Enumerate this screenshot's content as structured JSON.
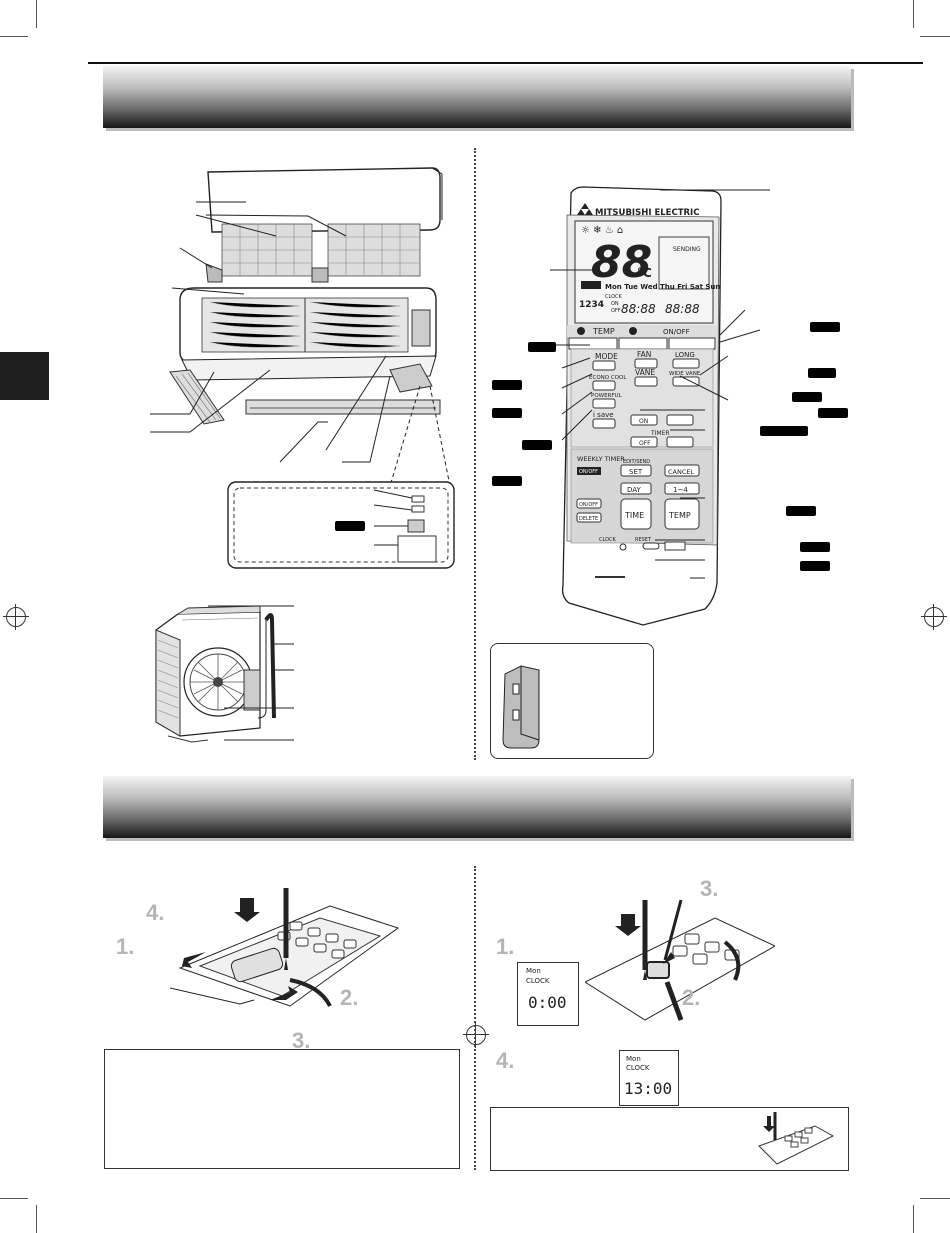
{
  "brand": "MITSUBISHI ELECTRIC",
  "remote": {
    "lcd": {
      "temp_digits": "88",
      "temp_unit": "°C",
      "sending": "SENDING",
      "days": "Mon Tue Wed Thu Fri Sat Sun",
      "areas": "1234",
      "clock": "CLOCK",
      "on": "ON",
      "off": "OFF",
      "timer_digits_left": "88:88",
      "timer_digits_right": "88:88"
    },
    "buttons": {
      "temp_label": "TEMP",
      "onoff": "ON/OFF",
      "mode": "MODE",
      "econo_cool": "ECONO COOL",
      "powerful": "POWERFUL",
      "isave": "i save",
      "fan": "FAN",
      "vane": "VANE",
      "long": "LONG",
      "wide_vane": "WIDE VANE",
      "timer": "TIMER",
      "timer_on": "ON",
      "timer_off": "OFF",
      "weekly_timer": "WEEKLY TIMER",
      "weekly_onoff": "ON/OFF",
      "edit_send": "EDIT/SEND",
      "set": "SET",
      "cancel": "CANCEL",
      "day": "DAY",
      "one_to_four": "1~4",
      "timer_onoff": "ON/OFF",
      "delete": "DELETE",
      "time": "TIME",
      "temp": "TEMP",
      "clock": "CLOCK",
      "reset": "RESET"
    }
  },
  "steps": {
    "battery": [
      "1.",
      "2.",
      "3.",
      "4."
    ],
    "clock": [
      "1.",
      "2.",
      "3.",
      "4."
    ]
  },
  "clock_panel_1": {
    "day": "Mon",
    "label": "CLOCK",
    "time": "0:00"
  },
  "clock_panel_2": {
    "day": "Mon",
    "label": "CLOCK",
    "time": "13:00"
  }
}
